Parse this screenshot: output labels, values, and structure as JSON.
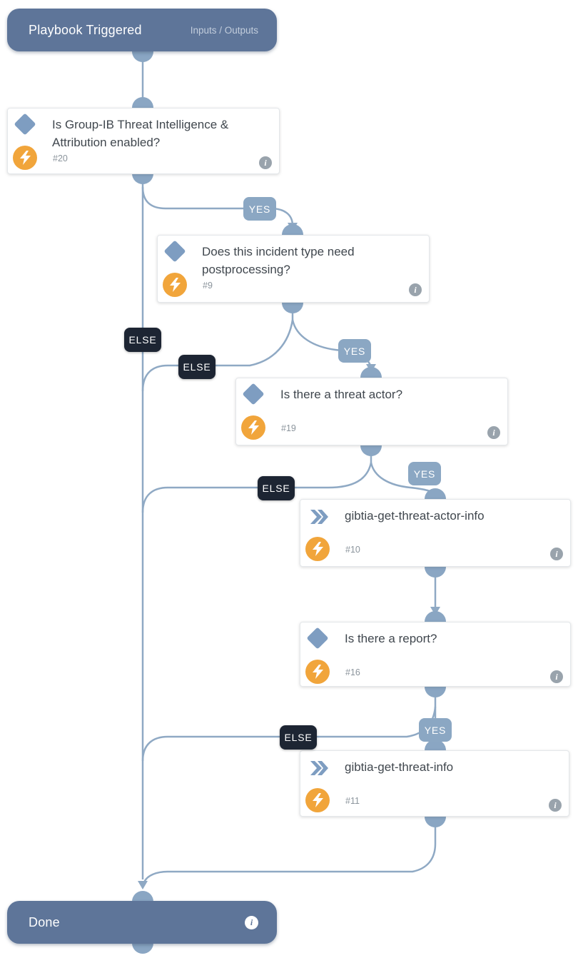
{
  "header": {
    "title": "Playbook Triggered",
    "action": "Inputs / Outputs"
  },
  "done": {
    "title": "Done"
  },
  "labels": {
    "yes": "YES",
    "else": "ELSE"
  },
  "tasks": [
    {
      "id": "#20",
      "kind": "condition",
      "title": "Is Group-IB Threat Intelligence & Attribution enabled?"
    },
    {
      "id": "#9",
      "kind": "condition",
      "title": "Does this incident type need postprocessing?"
    },
    {
      "id": "#19",
      "kind": "condition",
      "title": "Is there a threat actor?"
    },
    {
      "id": "#10",
      "kind": "command",
      "title": "gibtia-get-threat-actor-info"
    },
    {
      "id": "#16",
      "kind": "condition",
      "title": "Is there a report?"
    },
    {
      "id": "#11",
      "kind": "command",
      "title": "gibtia-get-threat-info"
    }
  ],
  "colors": {
    "terminal_node": "#5e7599",
    "connector": "#8fa9c4",
    "nub": "#8aa6c3",
    "yes_label": "#8ba7c3",
    "else_label": "#1d2533",
    "condition_icon": "#7e9dc1",
    "automation_icon": "#f1a53b",
    "info_icon": "#99a3ac"
  }
}
